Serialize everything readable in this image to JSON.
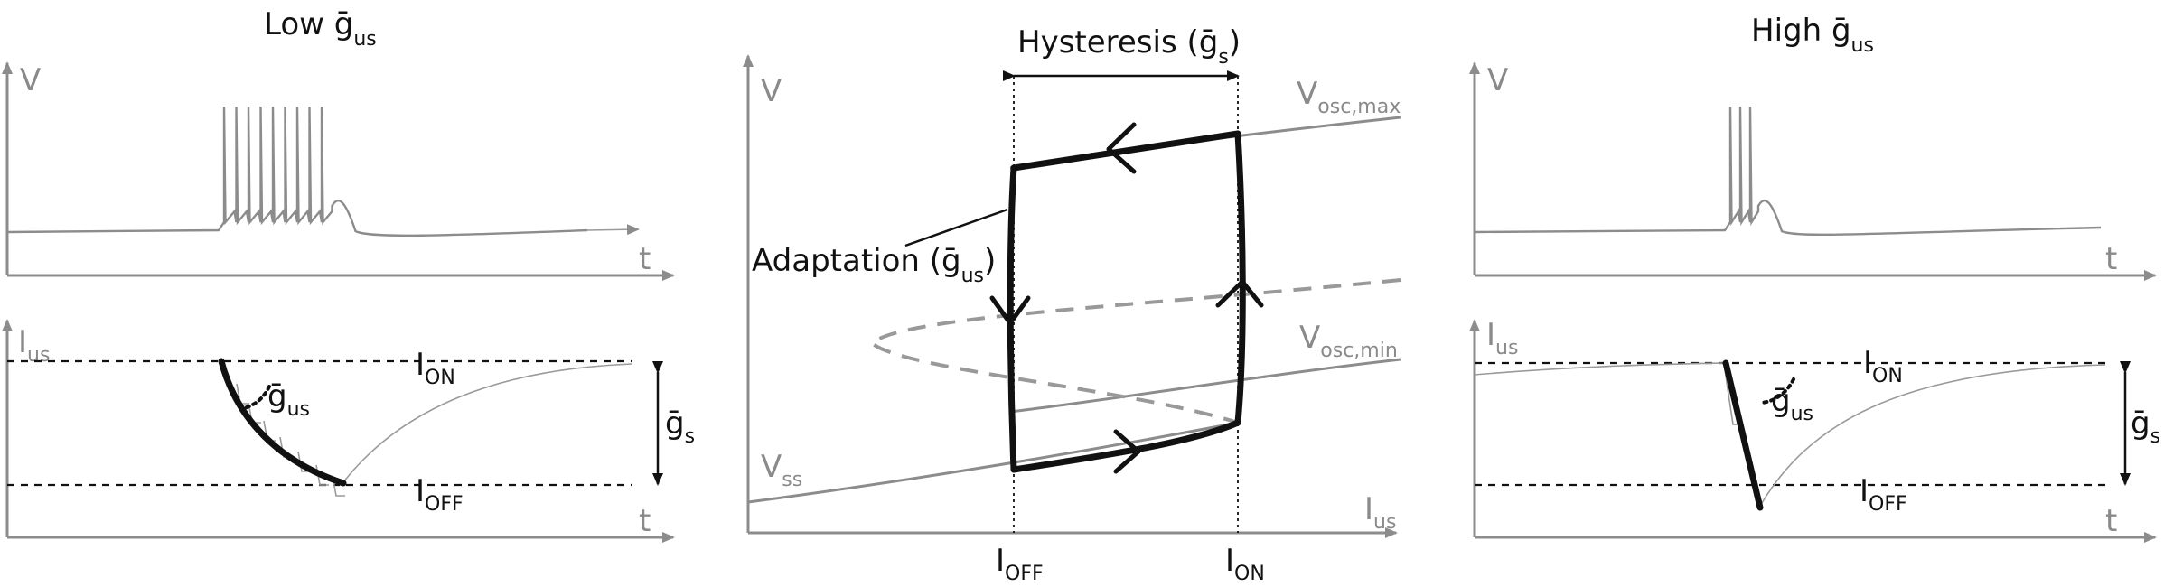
{
  "panels": {
    "left": {
      "title": "Low ḡ",
      "title_sub": "us",
      "top_ylabel": "V",
      "top_xlabel": "t",
      "bottom_ylabel": "I",
      "bottom_ylabel_sub": "us",
      "ion": "I",
      "ion_sub": "ON",
      "ioff": "I",
      "ioff_sub": "OFF",
      "gbar": "ḡ",
      "gbar_sub": "us",
      "gs": "ḡ",
      "gs_sub": "s",
      "bottom_xlabel": "t"
    },
    "middle": {
      "title": "Hysteresis (ḡ",
      "title_sub": "s",
      "title_close": ")",
      "ylabel": "V",
      "xlabel": "I",
      "xlabel_sub": "us",
      "vmax": "V",
      "vmax_sub": "osc,max",
      "vmin": "V",
      "vmin_sub": "osc,min",
      "vss": "V",
      "vss_sub": "ss",
      "adaptation": "Adaptation (ḡ",
      "adaptation_sub": "us",
      "adaptation_close": ")",
      "ioff": "I",
      "ioff_sub": "OFF",
      "ion": "I",
      "ion_sub": "ON"
    },
    "right": {
      "title": "High ḡ",
      "title_sub": "us",
      "top_ylabel": "V",
      "top_xlabel": "t",
      "bottom_ylabel": "I",
      "bottom_ylabel_sub": "us",
      "ion": "I",
      "ion_sub": "ON",
      "ioff": "I",
      "ioff_sub": "OFF",
      "gbar": "ḡ",
      "gbar_sub": "us",
      "gs": "ḡ",
      "gs_sub": "s",
      "bottom_xlabel": "t"
    }
  },
  "colors": {
    "trace": "#8c8c8c",
    "ink": "#111111"
  },
  "spikes": {
    "low_gus_count": 9,
    "high_gus_count": 3
  }
}
